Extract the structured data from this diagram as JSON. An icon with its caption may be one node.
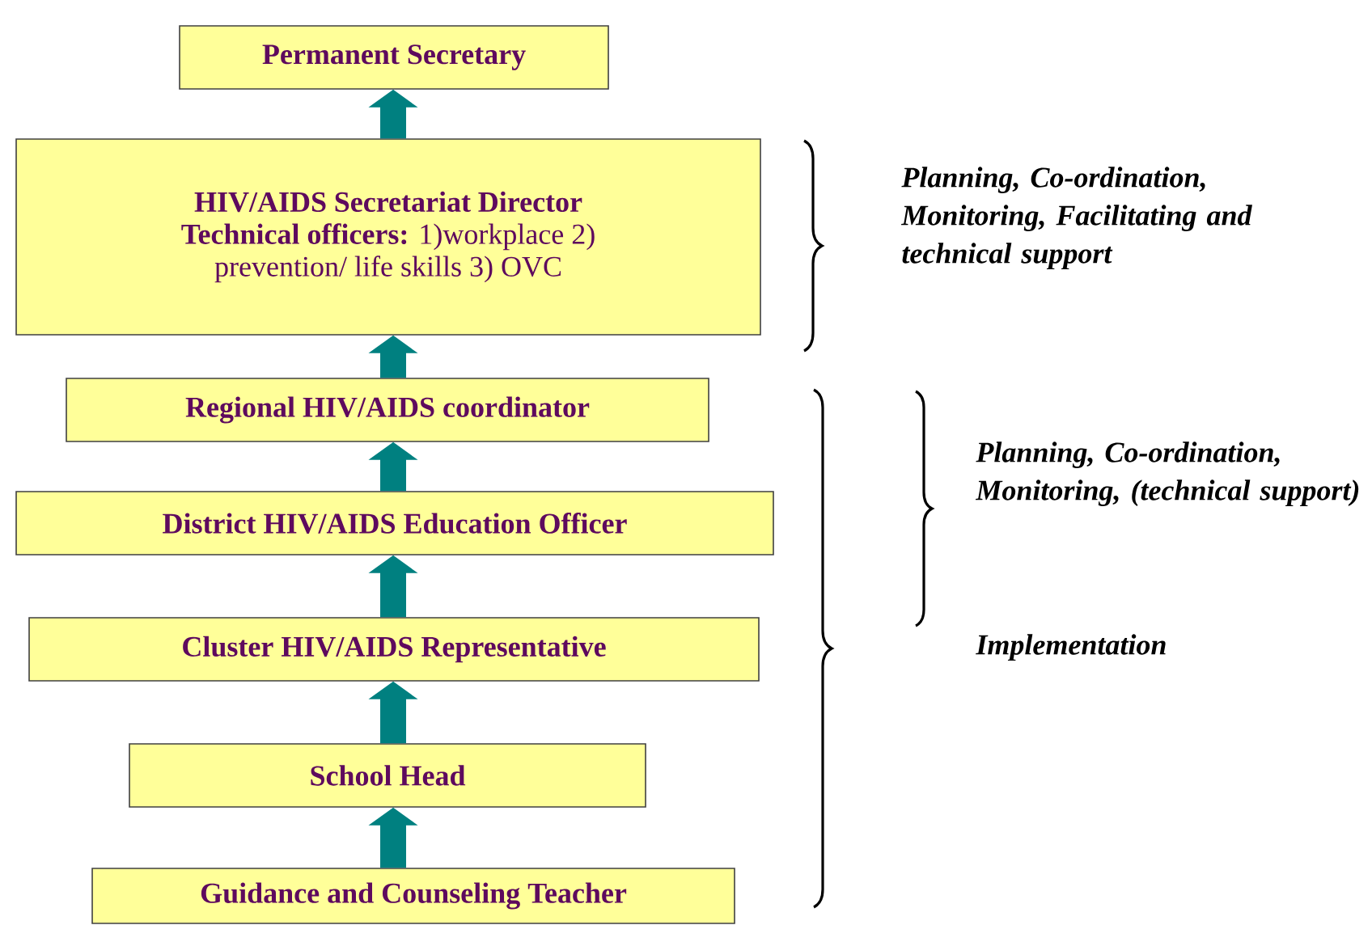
{
  "diagram": {
    "nodes": [
      {
        "text": [
          "Permanent Secretary"
        ]
      },
      {
        "text": [
          "HIV/AIDS Secretariat Director",
          "**Technical officers:** 1)workplace 2) prevention/ life skills 3) OVC"
        ]
      },
      {
        "text": [
          "Regional HIV/AIDS coordinator"
        ]
      },
      {
        "text": [
          "District HIV/AIDS Education Officer"
        ]
      },
      {
        "text": [
          "Cluster HIV/AIDS Representative"
        ]
      },
      {
        "text": [
          "School Head"
        ]
      },
      {
        "text": [
          "Guidance and Counseling Teacher"
        ]
      }
    ],
    "edges": [
      {
        "from": 1,
        "to": 0,
        "arrow": "to"
      },
      {
        "from": 2,
        "to": 1,
        "arrow": "to"
      },
      {
        "from": 3,
        "to": 2,
        "arrow": "to"
      },
      {
        "from": 4,
        "to": 3,
        "arrow": "to"
      },
      {
        "from": 5,
        "to": 4,
        "arrow": "to"
      },
      {
        "from": 6,
        "to": 5,
        "arrow": "to"
      }
    ],
    "labels": [
      "Planning, Co-ordination, Monitoring, Facilitating and technical support",
      "Planning, Co-ordination, Monitoring, (technical support)",
      "Implementation"
    ]
  }
}
